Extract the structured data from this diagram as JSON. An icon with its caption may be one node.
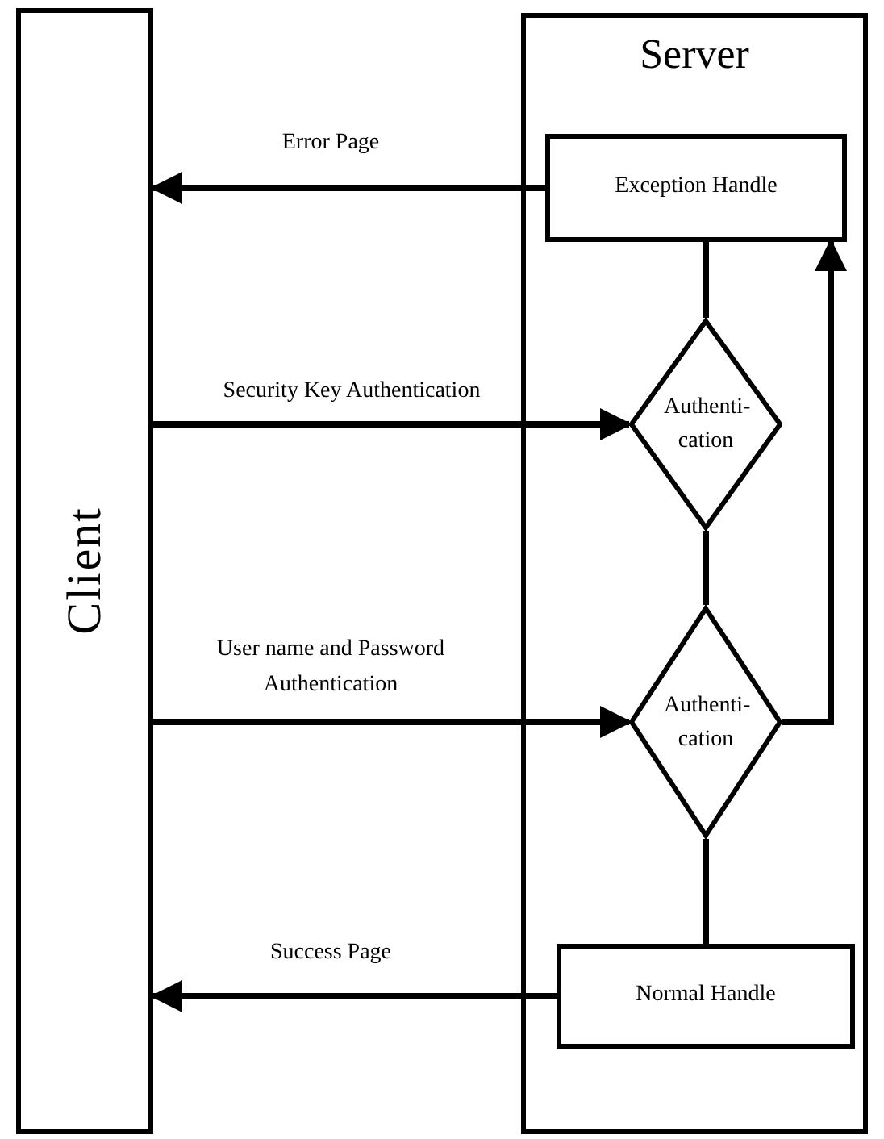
{
  "diagram": {
    "nodes": [
      {
        "text": [
          "Client"
        ]
      },
      {
        "text": [
          "Server"
        ]
      },
      {
        "text": [
          "Exception Handle"
        ],
        "in": 1
      },
      {
        "text": [
          "Authenti- cation"
        ],
        "in": 1
      },
      {
        "text": [
          "Authenti- cation"
        ],
        "in": 1
      },
      {
        "text": [
          "Normal Handle"
        ],
        "in": 1
      }
    ],
    "edges": [
      {
        "from": 2,
        "to": 0,
        "arrow": "to",
        "label": "Error Page"
      },
      {
        "from": 0,
        "to": 3,
        "arrow": "to",
        "label": "Security Key Authentication"
      },
      {
        "from": 0,
        "to": 4,
        "arrow": "to",
        "label": "User name and Password Authentication"
      },
      {
        "from": 5,
        "to": 0,
        "arrow": "to",
        "label": "Success Page"
      },
      {
        "from": 2,
        "to": 3,
        "arrow": "none"
      },
      {
        "from": 3,
        "to": 4,
        "arrow": "none"
      },
      {
        "from": 4,
        "to": 2,
        "arrow": "to"
      },
      {
        "from": 4,
        "to": 5,
        "arrow": "none"
      }
    ]
  }
}
